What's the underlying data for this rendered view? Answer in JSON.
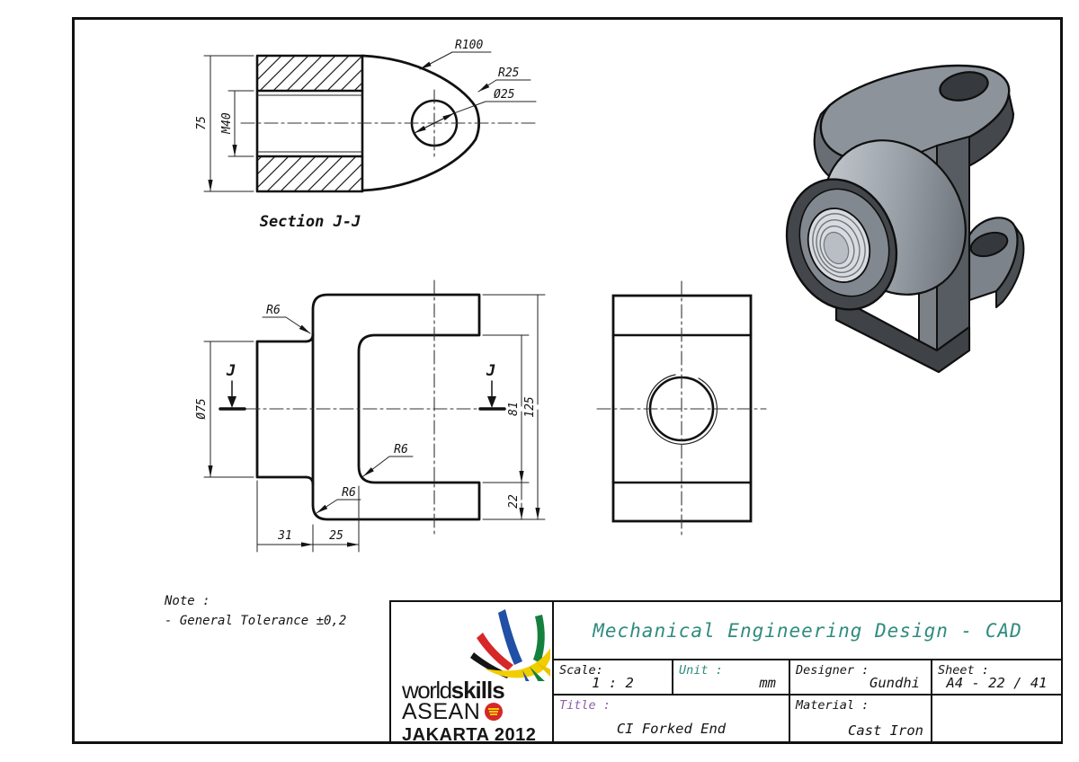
{
  "note": {
    "heading": "Note :",
    "body": "- General Tolerance ±0,2"
  },
  "views": {
    "section": {
      "title": "Section J-J",
      "dim_height": "75",
      "dim_thread": "M40",
      "dim_r_outer": "R100",
      "dim_r_nose": "R25",
      "dim_hole": "Ø25"
    },
    "front": {
      "marker_left": "J",
      "marker_right": "J",
      "dim_boss_dia": "Ø75",
      "dim_fillet_top": "R6",
      "dim_fillet_mid": "R6",
      "dim_fillet_bottom": "R6",
      "dim_width_boss": "31",
      "dim_width_web": "25",
      "dim_slot_height": "81",
      "dim_total_height": "125",
      "dim_arm_height": "22"
    }
  },
  "title_block": {
    "project_title": "Mechanical Engineering Design - CAD",
    "scale_label": "Scale:",
    "scale_value": "1 : 2",
    "unit_label": "Unit :",
    "unit_value": "mm",
    "designer_label": "Designer :",
    "designer_value": "Gundhi",
    "sheet_label": "Sheet :",
    "sheet_value": "A4 - 22 / 41",
    "title_label": "Title :",
    "title_value": "CI Forked End",
    "material_label": "Material :",
    "material_value": "Cast Iron"
  },
  "logo": {
    "word1": "world",
    "word2": "skills",
    "line2": "ASEAN",
    "line3": "JAKARTA 2012"
  },
  "colors": {
    "teal": "#2e8b7e",
    "purple": "#8d5fa9",
    "ink": "#141414",
    "logo_blue": "#2050a5",
    "logo_green": "#15803d",
    "logo_red": "#d62828",
    "logo_yellow": "#f2cd00"
  }
}
